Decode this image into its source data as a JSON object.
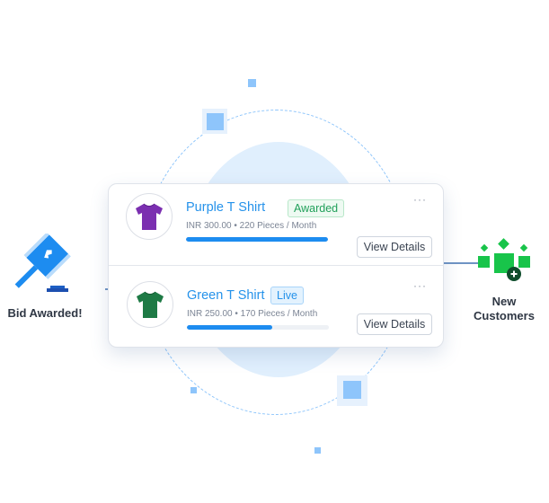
{
  "left_feature": {
    "icon": "gavel-icon",
    "label": "Bid Awarded!"
  },
  "right_feature": {
    "icon": "new-customers-icon",
    "label_line1": "New",
    "label_line2": "Customers"
  },
  "listings": [
    {
      "title": "Purple T Shirt",
      "badge": "Awarded",
      "meta": "INR 300.00 • 220 Pieces / Month",
      "progress_percent": 100,
      "more_label": "···",
      "action_label": "View Details",
      "shirt_color": "#7b2fb0"
    },
    {
      "title": "Green T Shirt",
      "badge": "Live",
      "meta": "INR 250.00 • 170 Pieces / Month",
      "progress_percent": 60,
      "more_label": "···",
      "action_label": "View Details",
      "shirt_color": "#1e7a45"
    }
  ],
  "colors": {
    "accent": "#2592ea",
    "awarded": "#21a05a",
    "customers_green": "#18c44a"
  }
}
